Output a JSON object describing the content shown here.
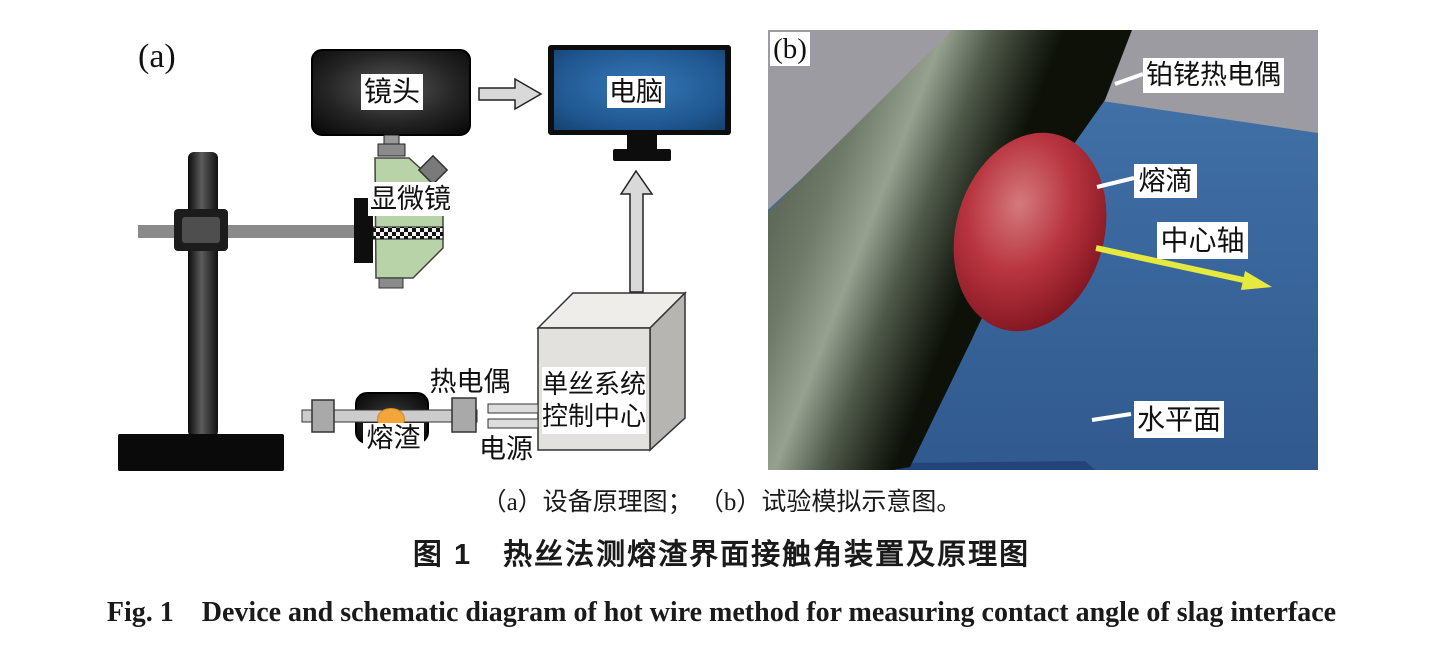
{
  "panel_a": {
    "label": "(a)",
    "camera": "镜头",
    "computer": "电脑",
    "microscope": "显微镜",
    "thermocouple": "热电偶",
    "control_box": {
      "line1": "单丝系统",
      "line2": "控制中心"
    },
    "slag": "熔渣",
    "power": "电源"
  },
  "panel_b": {
    "label": "(b)",
    "pt_rh_thermocouple": "铂铑热电偶",
    "droplet": "熔滴",
    "central_axis": "中心轴",
    "horizontal_plane": "水平面"
  },
  "caption": {
    "subcaption": "（a）设备原理图； （b）试验模拟示意图。",
    "title_zh": "图 1　热丝法测熔渣界面接触角装置及原理图",
    "title_en": "Fig. 1　Device and schematic diagram of hot wire method for measuring contact angle of slag interface"
  },
  "colors": {
    "monitor_screen_blue": "#1f568f",
    "microscope_body_green": "#b9d3a8",
    "slag_droplet_orange": "#f2a53a",
    "panel_b_background_gray": "#9b9ba1",
    "horizontal_plane_blue": "#3a68a2",
    "thermocouple_wire_green": "#5e695b",
    "molten_droplet_red": "#b23038",
    "axis_arrow_yellow": "#e6e93e",
    "flow_arrow_gray": "#d9d9d9"
  }
}
